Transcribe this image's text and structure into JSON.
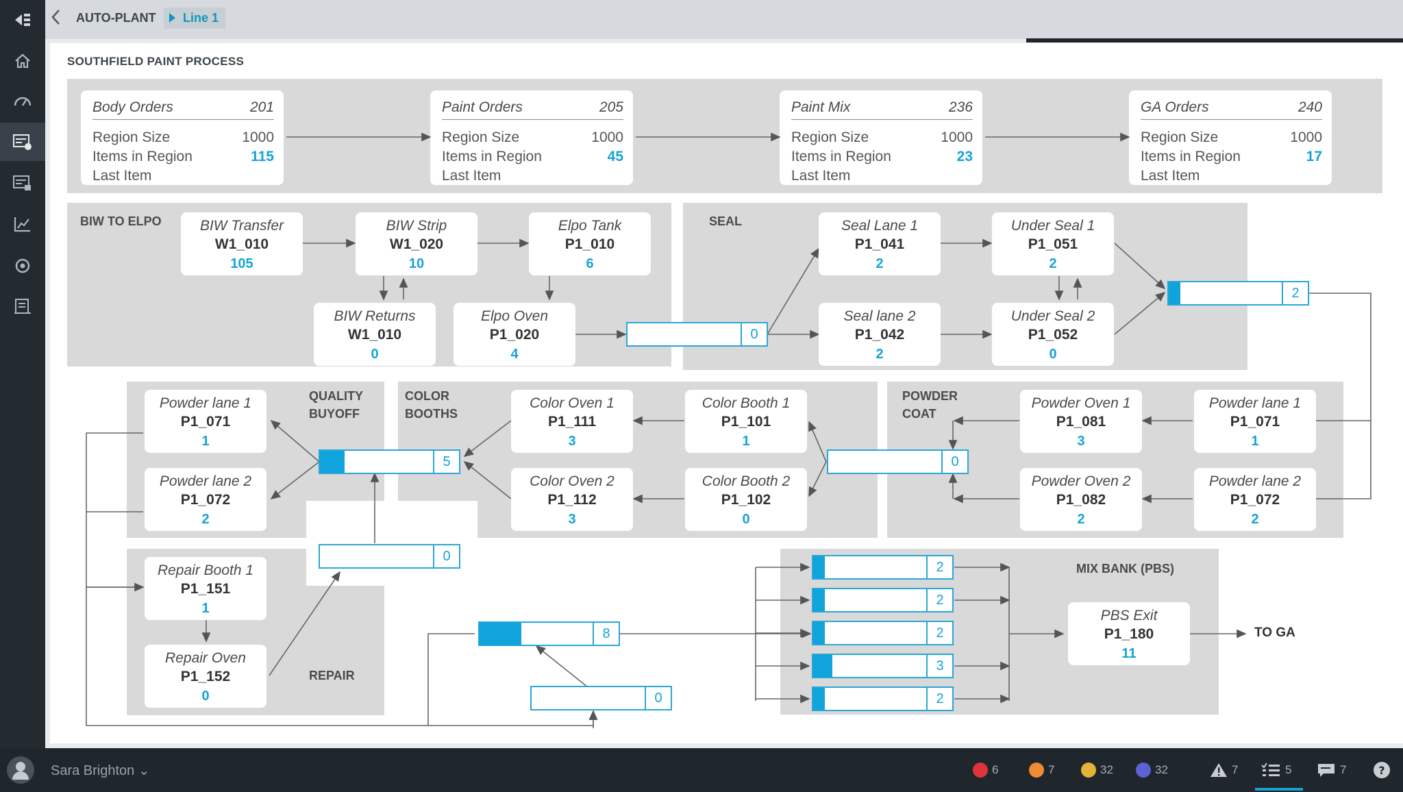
{
  "header": {
    "app": "AUTO-PLANT",
    "line": "Line 1"
  },
  "page_title": "SOUTHFIELD PAINT PROCESS",
  "order_regions": [
    {
      "name": "Body Orders",
      "number": "201",
      "region_size_label": "Region Size",
      "region_size": "1000",
      "items_label": "Items in Region",
      "items": "115",
      "last_label": "Last Item"
    },
    {
      "name": "Paint Orders",
      "number": "205",
      "region_size_label": "Region Size",
      "region_size": "1000",
      "items_label": "Items in Region",
      "items": "45",
      "last_label": "Last Item"
    },
    {
      "name": "Paint Mix",
      "number": "236",
      "region_size_label": "Region Size",
      "region_size": "1000",
      "items_label": "Items in Region",
      "items": "23",
      "last_label": "Last Item"
    },
    {
      "name": "GA Orders",
      "number": "240",
      "region_size_label": "Region Size",
      "region_size": "1000",
      "items_label": "Items in Region",
      "items": "17",
      "last_label": "Last Item"
    }
  ],
  "sections": {
    "biw": "BIW TO ELPO",
    "seal": "SEAL",
    "quality": "QUALITY BUYOFF",
    "color": "COLOR BOOTHS",
    "powder": "POWDER COAT",
    "repair": "REPAIR",
    "mixbank": "MIX BANK (PBS)",
    "to_ga": "TO GA"
  },
  "stations": {
    "biw_transfer": {
      "name": "BIW Transfer",
      "id": "W1_010",
      "count": "105"
    },
    "biw_strip": {
      "name": "BIW Strip",
      "id": "W1_020",
      "count": "10"
    },
    "elpo_tank": {
      "name": "Elpo Tank",
      "id": "P1_010",
      "count": "6"
    },
    "biw_returns": {
      "name": "BIW Returns",
      "id": "W1_010",
      "count": "0"
    },
    "elpo_oven": {
      "name": "Elpo Oven",
      "id": "P1_020",
      "count": "4"
    },
    "seal_lane_1": {
      "name": "Seal Lane 1",
      "id": "P1_041",
      "count": "2"
    },
    "under_seal_1": {
      "name": "Under Seal 1",
      "id": "P1_051",
      "count": "2"
    },
    "seal_lane_2": {
      "name": "Seal lane 2",
      "id": "P1_042",
      "count": "2"
    },
    "under_seal_2": {
      "name": "Under Seal 2",
      "id": "P1_052",
      "count": "0"
    },
    "qb_powder_1": {
      "name": "Powder lane 1",
      "id": "P1_071",
      "count": "1"
    },
    "qb_powder_2": {
      "name": "Powder lane 2",
      "id": "P1_072",
      "count": "2"
    },
    "color_oven_1": {
      "name": "Color Oven 1",
      "id": "P1_111",
      "count": "3"
    },
    "color_booth_1": {
      "name": "Color Booth 1",
      "id": "P1_101",
      "count": "1"
    },
    "color_oven_2": {
      "name": "Color Oven 2",
      "id": "P1_112",
      "count": "3"
    },
    "color_booth_2": {
      "name": "Color Booth 2",
      "id": "P1_102",
      "count": "0"
    },
    "powder_oven_1": {
      "name": "Powder Oven 1",
      "id": "P1_081",
      "count": "3"
    },
    "pc_powder_1": {
      "name": "Powder lane 1",
      "id": "P1_071",
      "count": "1"
    },
    "powder_oven_2": {
      "name": "Powder Oven 2",
      "id": "P1_082",
      "count": "2"
    },
    "pc_powder_2": {
      "name": "Powder lane 2",
      "id": "P1_072",
      "count": "2"
    },
    "repair_booth_1": {
      "name": "Repair Booth 1",
      "id": "P1_151",
      "count": "1"
    },
    "repair_oven": {
      "name": "Repair Oven",
      "id": "P1_152",
      "count": "0"
    },
    "pbs_exit": {
      "name": "PBS Exit",
      "id": "P1_180",
      "count": "11"
    }
  },
  "buffers": {
    "elpo_out": {
      "count": "0",
      "fill": 0
    },
    "seal_out": {
      "count": "2",
      "fill": 0.1
    },
    "quality": {
      "count": "5",
      "fill": 0.22
    },
    "powder_in": {
      "count": "0",
      "fill": 0
    },
    "repair_out": {
      "count": "0",
      "fill": 0
    },
    "mix_main": {
      "count": "8",
      "fill": 0.37
    },
    "mix_feed": {
      "count": "0",
      "fill": 0
    },
    "mix_lane_1": {
      "count": "2",
      "fill": 0.1
    },
    "mix_lane_2": {
      "count": "2",
      "fill": 0.1
    },
    "mix_lane_3": {
      "count": "2",
      "fill": 0.1
    },
    "mix_lane_4": {
      "count": "3",
      "fill": 0.17
    },
    "mix_lane_5": {
      "count": "2",
      "fill": 0.1
    }
  },
  "footer": {
    "user": "Sara Brighton",
    "stats": [
      {
        "icon": "critical-alarm-icon",
        "color": "#e0343c",
        "value": "6"
      },
      {
        "icon": "major-alarm-icon",
        "color": "#f08a33",
        "value": "7"
      },
      {
        "icon": "minor-alarm-icon",
        "color": "#e3b33a",
        "value": "32"
      },
      {
        "icon": "info-alarm-icon",
        "color": "#5b62d6",
        "value": "32"
      },
      {
        "icon": "warning-icon",
        "color": "#c9ced2",
        "value": "7"
      },
      {
        "icon": "task-list-icon",
        "color": "#c9ced2",
        "value": "5"
      },
      {
        "icon": "chat-icon",
        "color": "#c9ced2",
        "value": "7"
      },
      {
        "icon": "help-icon",
        "color": "#c9ced2",
        "value": ""
      }
    ]
  },
  "colors": {
    "accent": "#15a4d6",
    "panel": "#d9d9d9",
    "sidebar": "#232a30"
  }
}
